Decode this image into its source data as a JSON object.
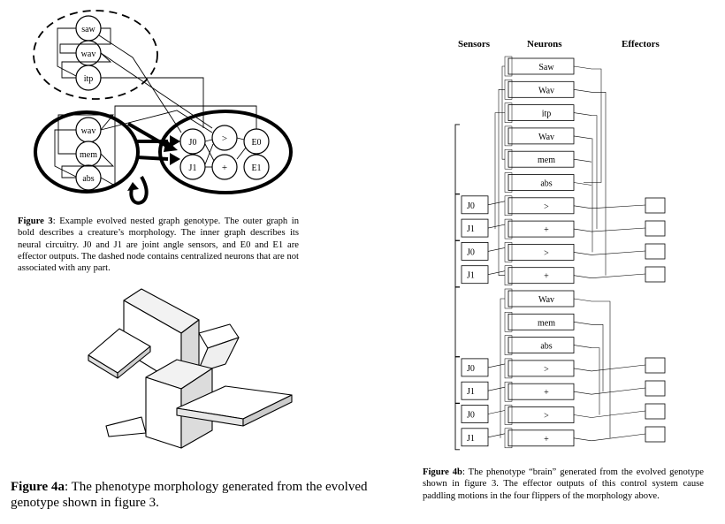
{
  "fig3": {
    "caption_label": "Figure 3",
    "caption_text": ": Example evolved nested graph genotype. The outer graph in bold describes a creature’s morphology. The inner graph describes its neural circuitry. J0 and J1 are joint angle sensors, and E0 and E1 are effector outputs. The dashed node contains centralized neurons that are not associated with any part.",
    "top_nodes": [
      "saw",
      "wav",
      "itp"
    ],
    "limb_nodes": [
      "wav",
      "mem",
      "abs"
    ],
    "sensor_nodes": [
      "J0",
      "J1"
    ],
    "op_nodes": [
      ">",
      "+"
    ],
    "effector_nodes": [
      "E0",
      "E1"
    ]
  },
  "fig4a": {
    "caption_label": "Figure 4a",
    "caption_text": ": The phenotype morphology generated from the evolved genotype shown in figure 3."
  },
  "fig4b": {
    "headers": {
      "sensors": "Sensors",
      "neurons": "Neurons",
      "effectors": "Effectors"
    },
    "sensor_labels": [
      "J0",
      "J1",
      "J0",
      "J1",
      "J0",
      "J1",
      "J0",
      "J1"
    ],
    "neuron_labels": [
      "Saw",
      "Wav",
      "itp",
      "Wav",
      "mem",
      "abs",
      ">",
      "+",
      ">",
      "+",
      "Wav",
      "mem",
      "abs",
      ">",
      "+",
      ">",
      "+"
    ],
    "caption_label": "Figure 4b",
    "caption_text": ": The phenotype “brain” generated from the evolved genotype shown in figure 3. The effector outputs of this control system cause paddling motions in the four flippers of the morphology above."
  }
}
